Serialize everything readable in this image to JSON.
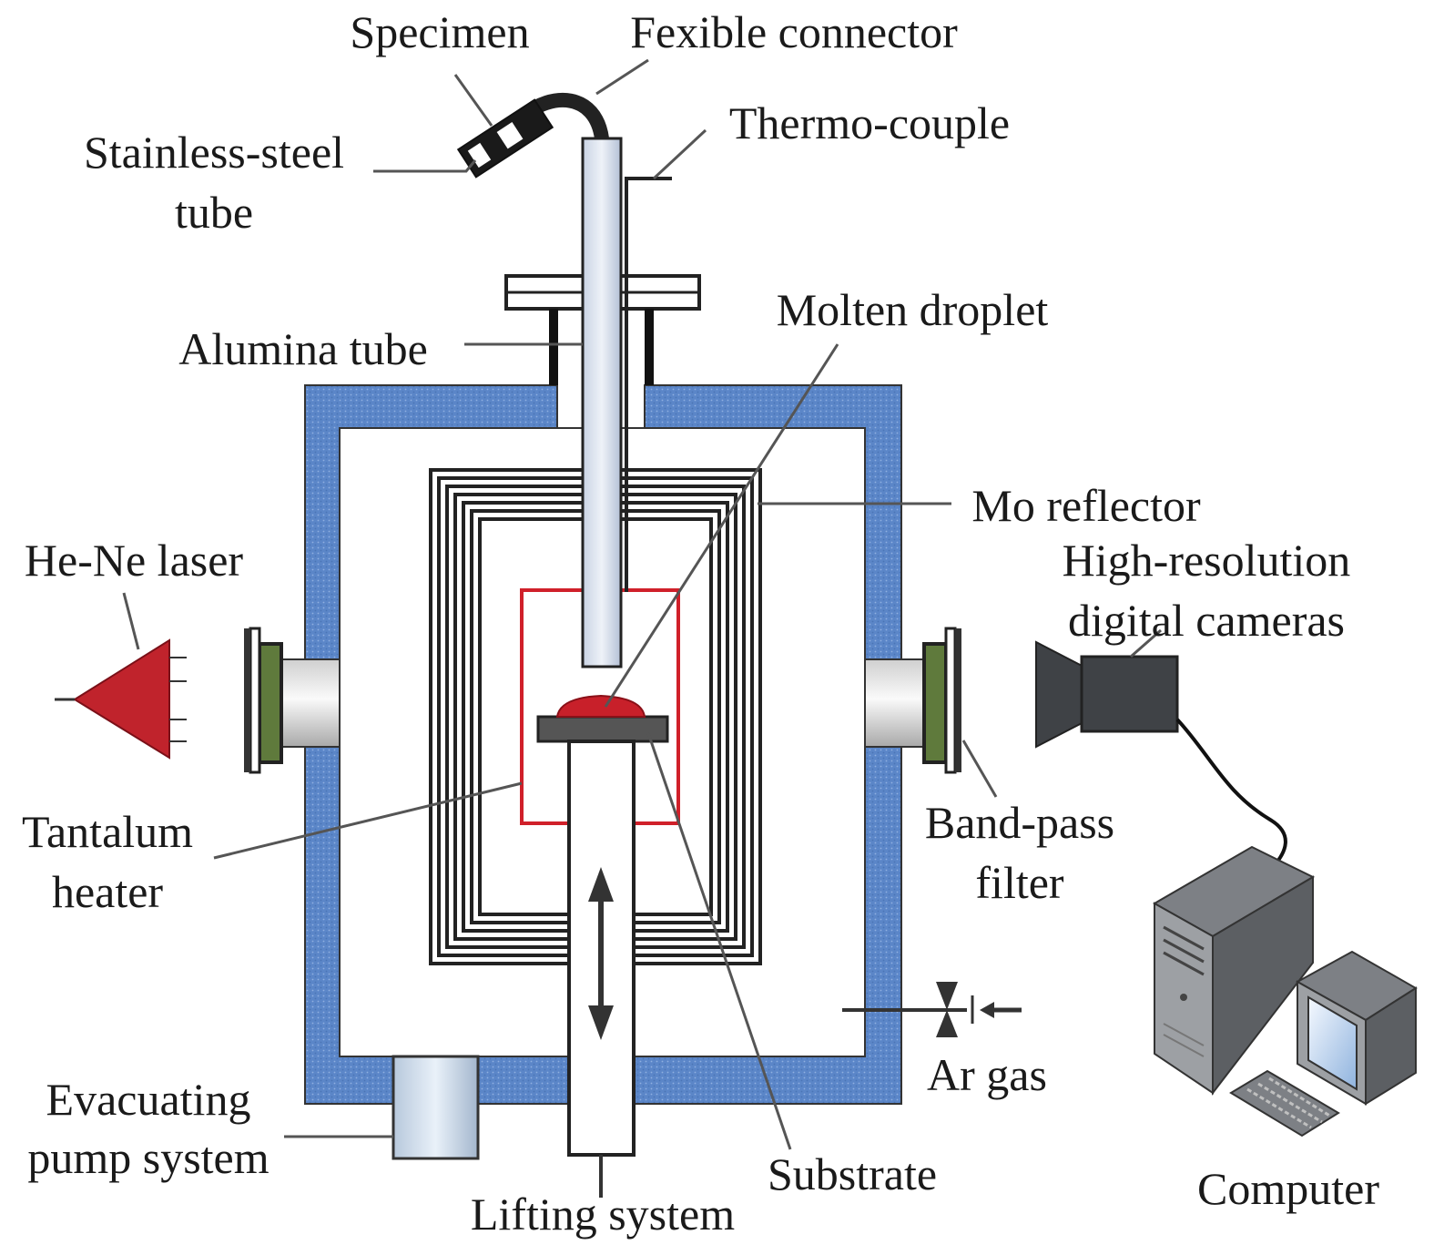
{
  "labels": {
    "specimen": "Specimen",
    "flexible_connector": "Fexible connector",
    "thermocouple": "Thermo-couple",
    "stainless_tube_l1": "Stainless-steel",
    "stainless_tube_l2": "tube",
    "molten_droplet": "Molten droplet",
    "alumina_tube": "Alumina tube",
    "mo_reflector": "Mo reflector",
    "he_ne_laser": "He-Ne laser",
    "camera_l1": "High-resolution",
    "camera_l2": "digital cameras",
    "tantalum_l1": "Tantalum",
    "tantalum_l2": "heater",
    "band_pass_l1": "Band-pass",
    "band_pass_l2": "filter",
    "ar_gas": "Ar gas",
    "evacuating_l1": "Evacuating",
    "evacuating_l2": "pump system",
    "substrate": "Substrate",
    "lifting_system": "Lifting system",
    "computer": "Computer"
  },
  "colors": {
    "insulation": "#5b86c8",
    "laser": "#c0232c",
    "heater_frame": "#d0202a",
    "droplet": "#c8202a",
    "window_filter": "#5f7a3c",
    "camera": "#3f4246",
    "computer": "#5c5f63"
  }
}
